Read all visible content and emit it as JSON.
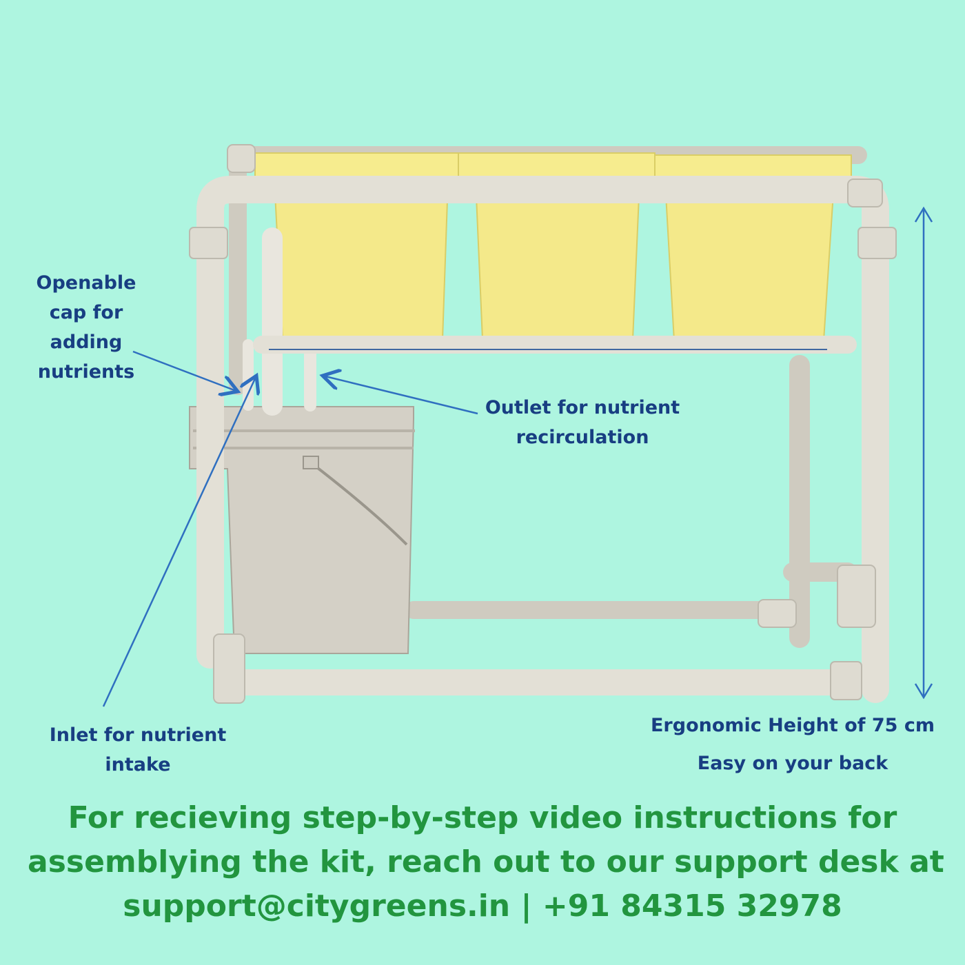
{
  "labels": {
    "cap": [
      "Openable",
      "cap for",
      "adding",
      "nutrients"
    ],
    "outlet": [
      "Outlet for nutrient",
      "recirculation"
    ],
    "inlet": [
      "Inlet for nutrient",
      "intake"
    ],
    "height": "Ergonomic Height of 75 cm",
    "back": "Easy on your back"
  },
  "footer": [
    "For recieving step-by-step video instructions for",
    "assemblying the kit, reach out to our support desk at",
    "support@citygreens.in | +91 84315 32978"
  ],
  "colors": {
    "background": "#aef5e0",
    "label_text": "#183e82",
    "footer_text": "#22953f",
    "pvc_pipe": "#e3e0d6",
    "bins": "#f4e98a",
    "bucket": "#d4d0c6",
    "arrow": "#2f6fc0"
  }
}
